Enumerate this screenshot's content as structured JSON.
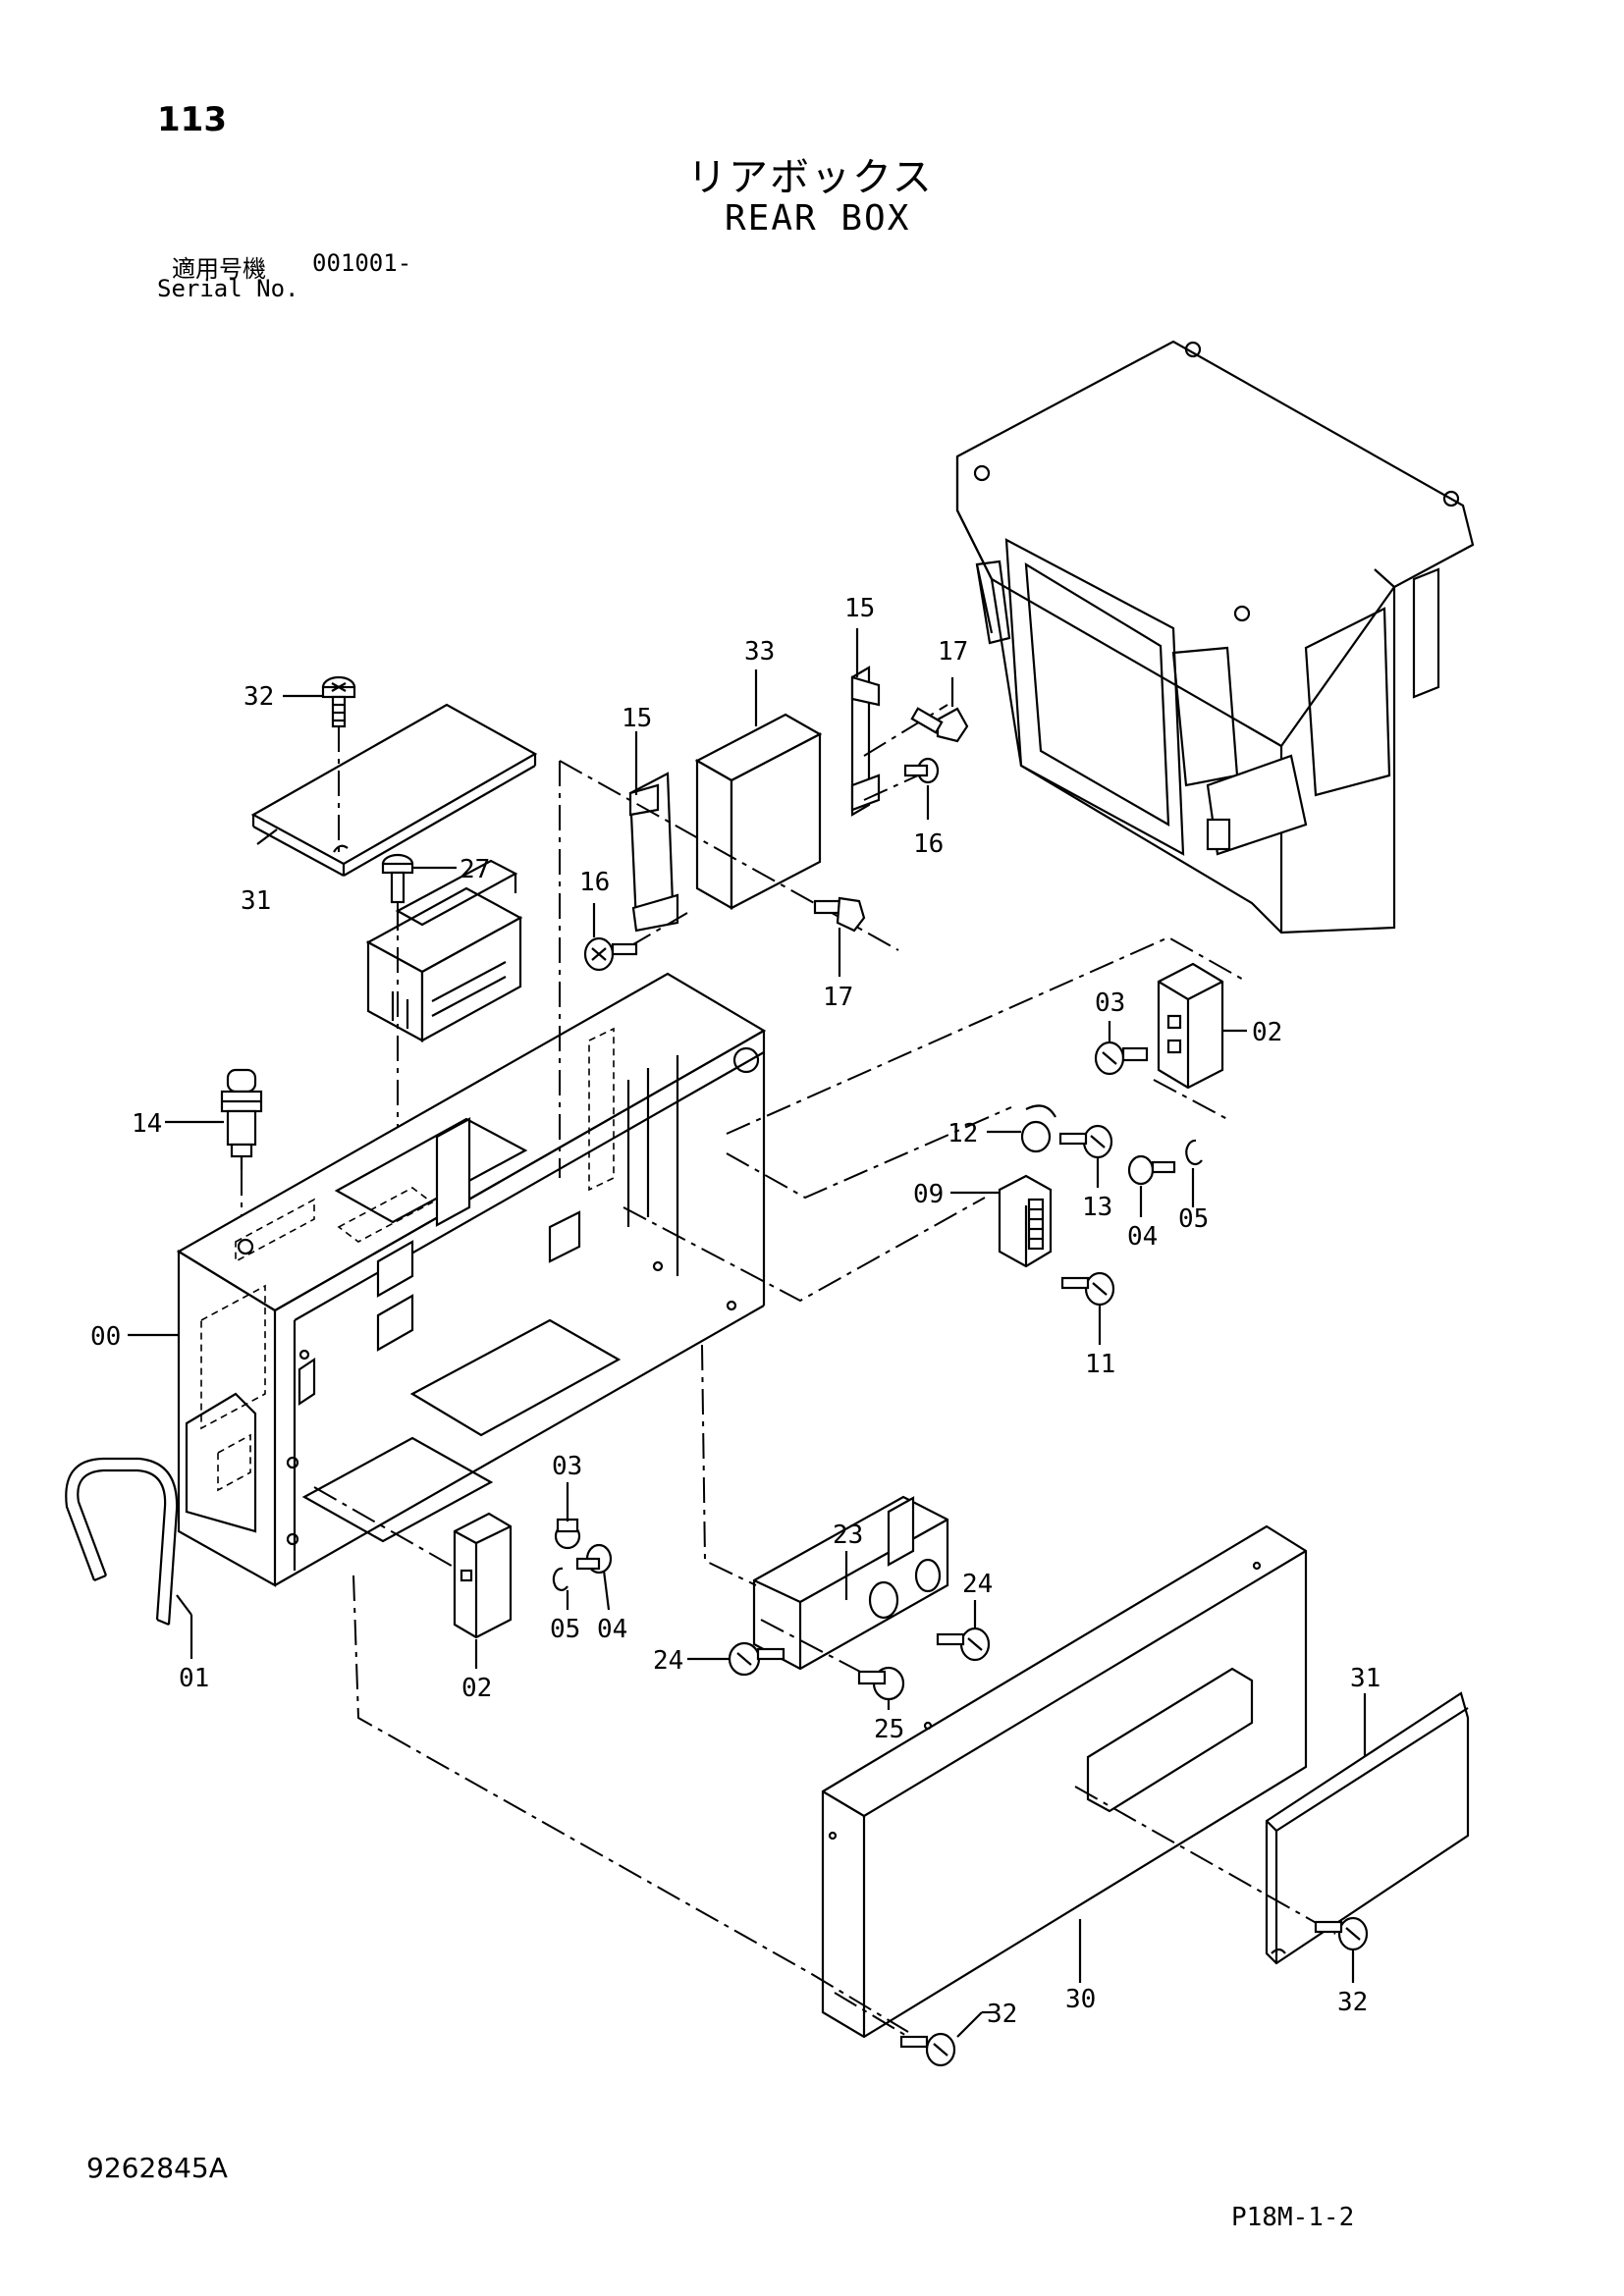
{
  "header": {
    "page_number": "113",
    "title_ja": "リアボックス",
    "title_en": "REAR BOX",
    "serial_label_ja": "適用号機",
    "serial_value": "001001-",
    "serial_label_en": "Serial No."
  },
  "footer": {
    "document_number": "9262845A",
    "page_reference": "P18M-1-2"
  },
  "callouts": [
    "32",
    "31",
    "27",
    "15",
    "33",
    "17",
    "16",
    "15",
    "16",
    "17",
    "03",
    "02",
    "14",
    "12",
    "13",
    "09",
    "04",
    "05",
    "11",
    "00",
    "01",
    "03",
    "05",
    "04",
    "02",
    "23",
    "24",
    "24",
    "25",
    "31",
    "30",
    "32",
    "32"
  ]
}
